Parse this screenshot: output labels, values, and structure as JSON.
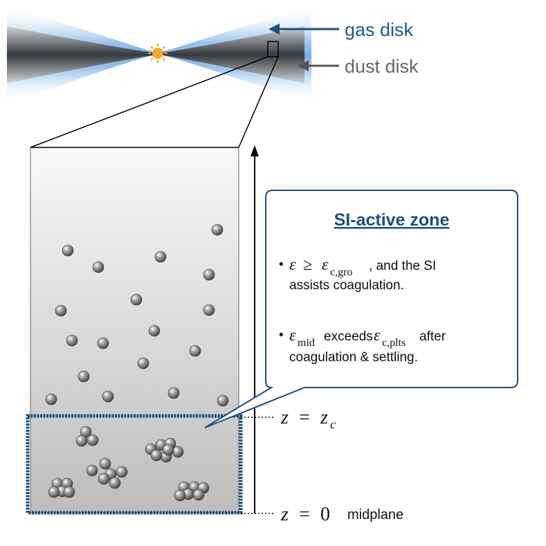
{
  "labels": {
    "gas_disk": "gas disk",
    "dust_disk": "dust disk",
    "z_c_lhs": "z",
    "z_c_eq": "=",
    "z_c_rhs": "z",
    "z_c_sub": "c",
    "z0_lhs": "z",
    "z0_eq": "=",
    "z0_rhs": "0",
    "midplane": "midplane"
  },
  "callout": {
    "title": "SI-active zone",
    "bullet1": {
      "bullet": "•",
      "eps": "ε",
      "geq": "≥",
      "eps2": "ε",
      "sub": "c,gro",
      "text_a": ", and the SI",
      "text_b": "assists coagulation."
    },
    "bullet2": {
      "bullet": "•",
      "eps": "ε",
      "sub": "mid",
      "text_mid": "exceeds",
      "eps2": "ε",
      "sub2": "c,plts",
      "text_a": "after",
      "text_b": "coagulation & settling."
    }
  },
  "colors": {
    "gas_arrow": "#1c4f7d",
    "gas_text": "#1d5a8f",
    "dust_arrow": "#555555",
    "dust_text": "#666666",
    "zone_border": "#1c4f7d",
    "star": "#f5a623"
  },
  "icons": {
    "star": "star-icon",
    "particle": "dust-particle-icon"
  }
}
